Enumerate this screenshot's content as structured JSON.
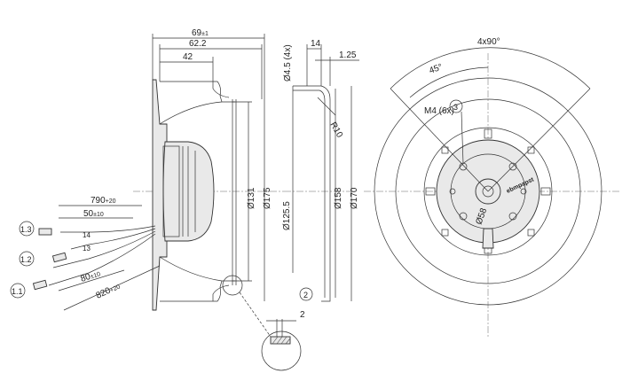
{
  "side_view": {
    "overall_width": {
      "value": "69",
      "tol": "±1"
    },
    "width_62": "62.2",
    "width_42": "42",
    "dia_131": "Ø131",
    "dia_175": "Ø175",
    "cable_790": {
      "value": "790",
      "tol": "+20"
    },
    "cable_50": {
      "value": "50",
      "tol": "±10"
    },
    "cable_80": {
      "value": "80",
      "tol": "±10"
    },
    "cable_820": {
      "value": "820",
      "tol": "+20"
    },
    "wire_14": "14",
    "wire_13": "13",
    "callout_1_3": "1.3",
    "callout_1_2": "1.2",
    "callout_1_1": "1.1"
  },
  "section_view": {
    "hole_dia": "Ø4.5 (4x)",
    "width_14": "14",
    "thickness": "1.25",
    "radius": "R10",
    "dia_125_5": "Ø125.5",
    "dia_158": "Ø158",
    "dia_170": "Ø170",
    "callout_2": "2",
    "detail_dim_2": "2"
  },
  "front_view": {
    "angle_4x90": "4x90°",
    "angle_45": "45°",
    "thread": "M4 (6x)",
    "callout_3": "3",
    "dia_58": "Ø58",
    "brand": "ebmpapst"
  }
}
